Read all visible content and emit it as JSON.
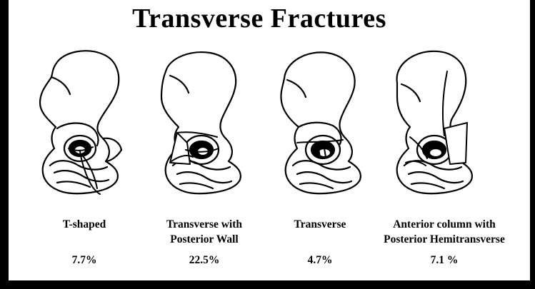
{
  "title": "Transverse Fractures",
  "figures": [
    {
      "label_line1": "T-shaped",
      "label_line2": "",
      "percent": "7.7%",
      "icon": "acetabulum-t-shaped-fracture-icon"
    },
    {
      "label_line1": "Transverse with",
      "label_line2": "Posterior Wall",
      "percent": "22.5%",
      "icon": "acetabulum-transverse-posterior-wall-fracture-icon"
    },
    {
      "label_line1": "Transverse",
      "label_line2": "",
      "percent": "4.7%",
      "icon": "acetabulum-transverse-fracture-icon"
    },
    {
      "label_line1": "Anterior column with",
      "label_line2": "Posterior Hemitransverse",
      "percent": "7.1 %",
      "icon": "acetabulum-anterior-column-posterior-hemitransverse-fracture-icon"
    }
  ]
}
